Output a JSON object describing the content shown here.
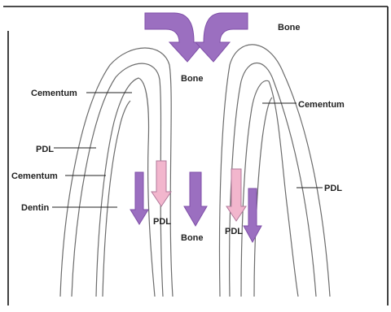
{
  "labels": {
    "bone_top_right": "Bone",
    "bone_center_top": "Bone",
    "bone_center_bottom": "Bone",
    "cementum_left_upper": "Cementum",
    "cementum_right": "Cementum",
    "pdl_left": "PDL",
    "cementum_left_lower": "Cementum",
    "dentin": "Dentin",
    "pdl_right": "PDL",
    "pdl_center_left": "PDL",
    "pdl_center_right": "PDL"
  },
  "colors": {
    "arrow_dark": "#9b6fc0",
    "arrow_dark_stroke": "#7f4fa8",
    "arrow_light": "#f2b6cd",
    "arrow_light_stroke": "#b0789a",
    "outline": "#6c6c6c",
    "frame": "#111111"
  }
}
